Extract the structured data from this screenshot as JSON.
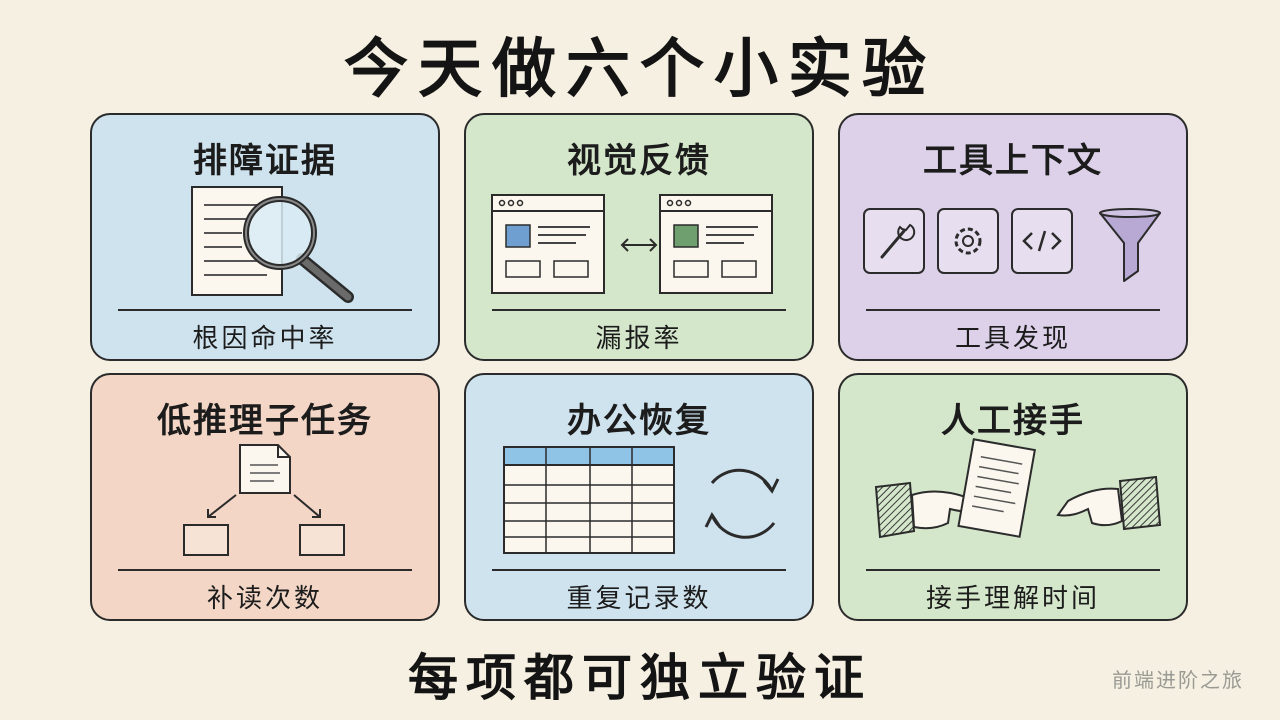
{
  "title": "今天做六个小实验",
  "cards": [
    {
      "title": "排障证据",
      "metric": "根因命中率"
    },
    {
      "title": "视觉反馈",
      "metric": "漏报率"
    },
    {
      "title": "工具上下文",
      "metric": "工具发现"
    },
    {
      "title": "低推理子任务",
      "metric": "补读次数"
    },
    {
      "title": "办公恢复",
      "metric": "重复记录数"
    },
    {
      "title": "人工接手",
      "metric": "接手理解时间"
    }
  ],
  "footer": "每项都可独立验证",
  "watermark": "前端进阶之旅",
  "colors": {
    "blue": "#cfe3ef",
    "green": "#d4e7cb",
    "purple": "#ddd1ea",
    "peach": "#f3d6c6",
    "background": "#f6f0e2"
  }
}
